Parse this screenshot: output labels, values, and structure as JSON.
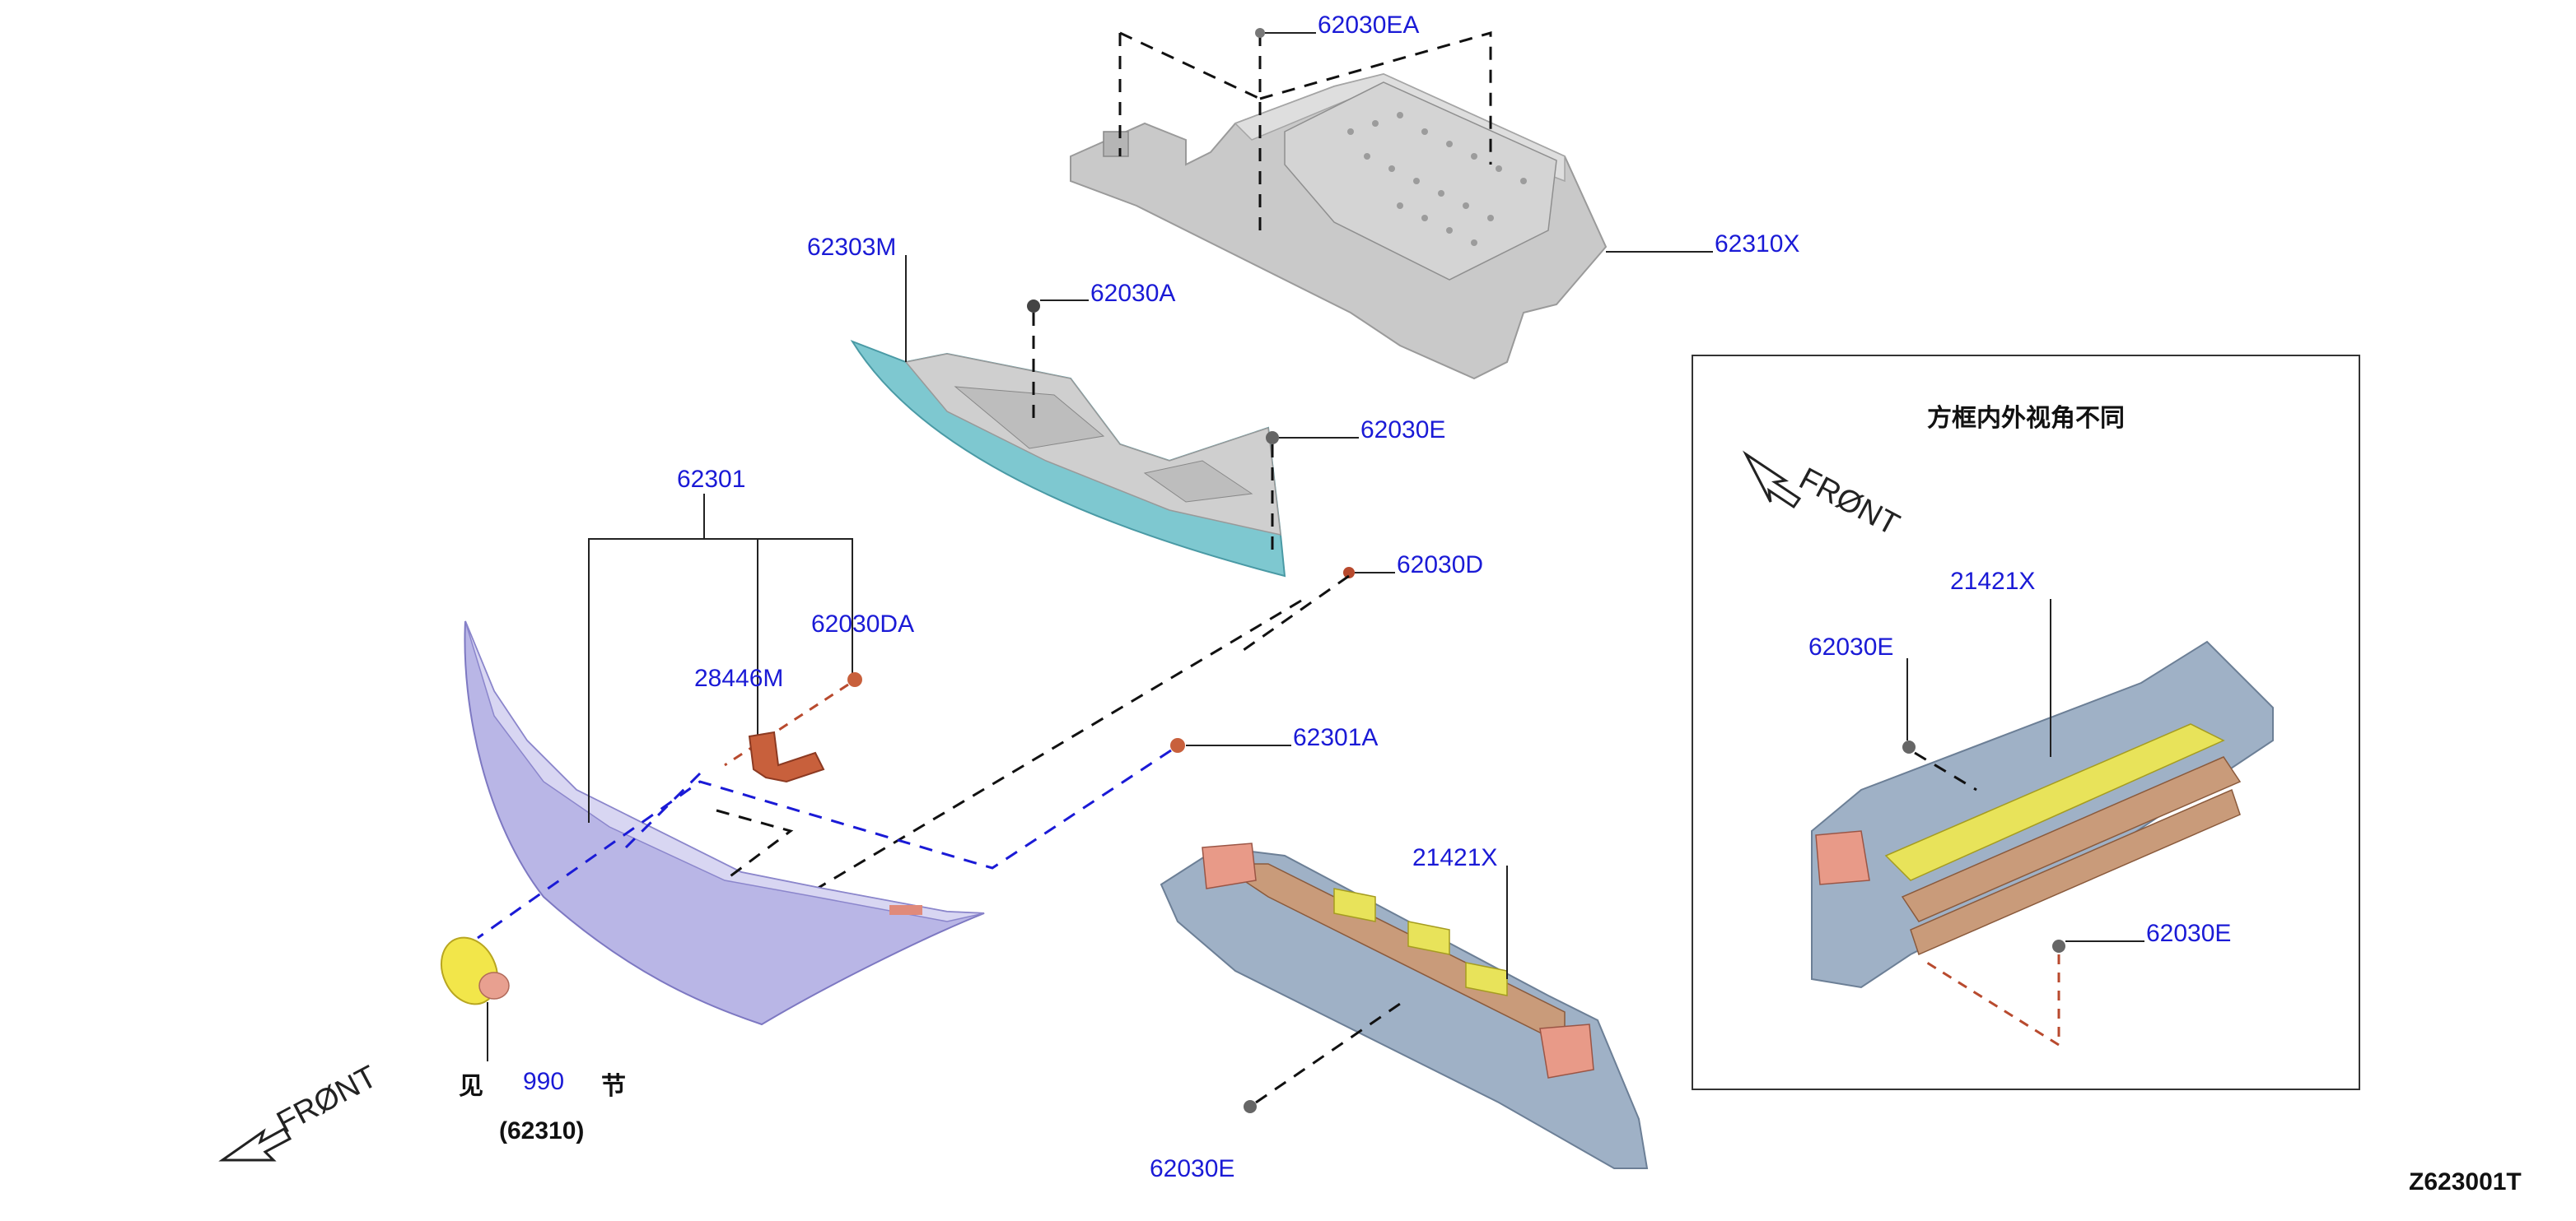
{
  "labels": {
    "p62030EA_top": "62030EA",
    "p62310X": "62310X",
    "p62303M": "62303M",
    "p62030A": "62030A",
    "p62030E_mid": "62030E",
    "p62030D": "62030D",
    "p62301": "62301",
    "p62030DA": "62030DA",
    "p28446M": "28446M",
    "p62301A": "62301A",
    "p21421X_bottom": "21421X",
    "p62030E_bottom": "62030E",
    "see_prefix": "见",
    "see_number": "990",
    "see_suffix": "节",
    "see_ref": "(62310)",
    "front_left": "FRØNT",
    "inset_title": "方框内外视角不同",
    "inset_front": "FRØNT",
    "inset_21421X": "21421X",
    "inset_62030E_upper": "62030E",
    "inset_62030E_lower": "62030E",
    "figure_code": "Z623001T"
  },
  "colors": {
    "callout": "#1a1ad6",
    "cover_gray": "#c8c8c8",
    "shroud_cyan": "#7ec8d0",
    "grille_lavender": "#b9b6e6",
    "bracket_orange": "#c8603c",
    "shutter_blue": "#9fb1c6",
    "shutter_yellow": "#e8e35a",
    "emblem_yellow": "#f2e64a"
  }
}
